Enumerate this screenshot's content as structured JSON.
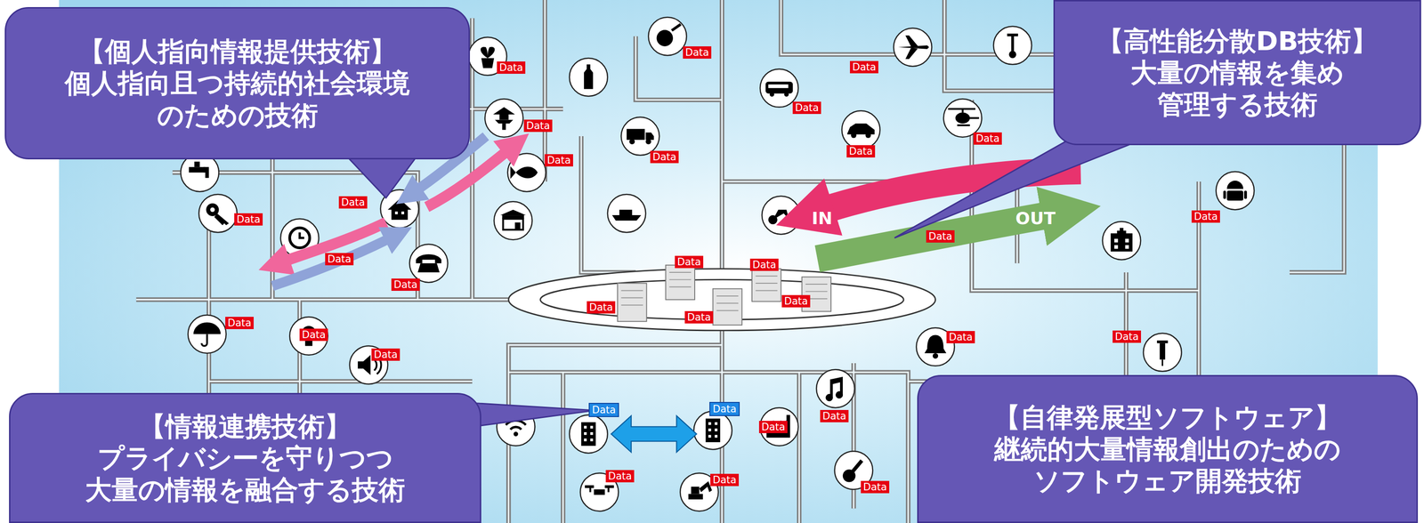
{
  "diagram": {
    "nodes": [
      {
        "text": [
          "【個人指向情報提供技術】",
          "個人指向且つ持続的社会環境 のための技術"
        ]
      },
      {
        "text": [
          "【高性能分散DB技術】",
          "大量の情報を集め 管理する技術"
        ]
      },
      {
        "text": [
          "【情報連携技術】",
          "プライバシーを守りつつ 大量の情報を融合する技術"
        ]
      },
      {
        "text": [
          "【自律発展型ソフトウェア】",
          "継続的大量情報創出のための ソフトウェア開発技術"
        ]
      }
    ],
    "labels": [
      "IN",
      "OUT",
      "Data",
      "Data",
      "Data",
      "Data",
      "Data",
      "Data",
      "Data",
      "Data",
      "Data",
      "Data",
      "Data",
      "Data",
      "Data",
      "Data",
      "Data",
      "Data",
      "Data",
      "Data",
      "Data",
      "Data",
      "Data",
      "Data",
      "Data",
      "Data",
      "Data",
      "Data",
      "Data",
      "Data",
      "Data",
      "Data",
      "Data",
      "Data"
    ]
  }
}
